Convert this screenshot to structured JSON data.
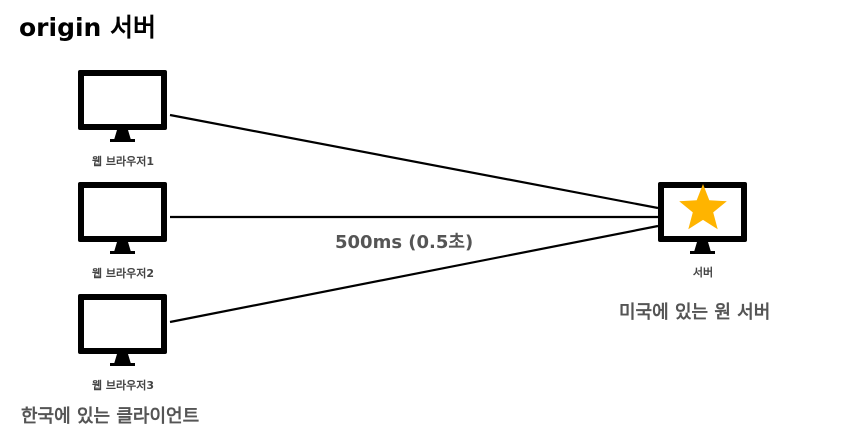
{
  "title": "origin 서버",
  "clients": [
    {
      "label": "웹 브라우저1"
    },
    {
      "label": "웹 브라우저2"
    },
    {
      "label": "웹 브라우저3"
    }
  ],
  "clients_description": "한국에 있는 클라이언트",
  "server": {
    "label": "서버",
    "description": "미국에 있는 원 서버",
    "icon": "star-icon",
    "star_color": "#FFB400"
  },
  "latency_label": "500ms (0.5초)",
  "colors": {
    "monitor": "#000000",
    "line": "#000000",
    "muted_text": "#555555"
  }
}
